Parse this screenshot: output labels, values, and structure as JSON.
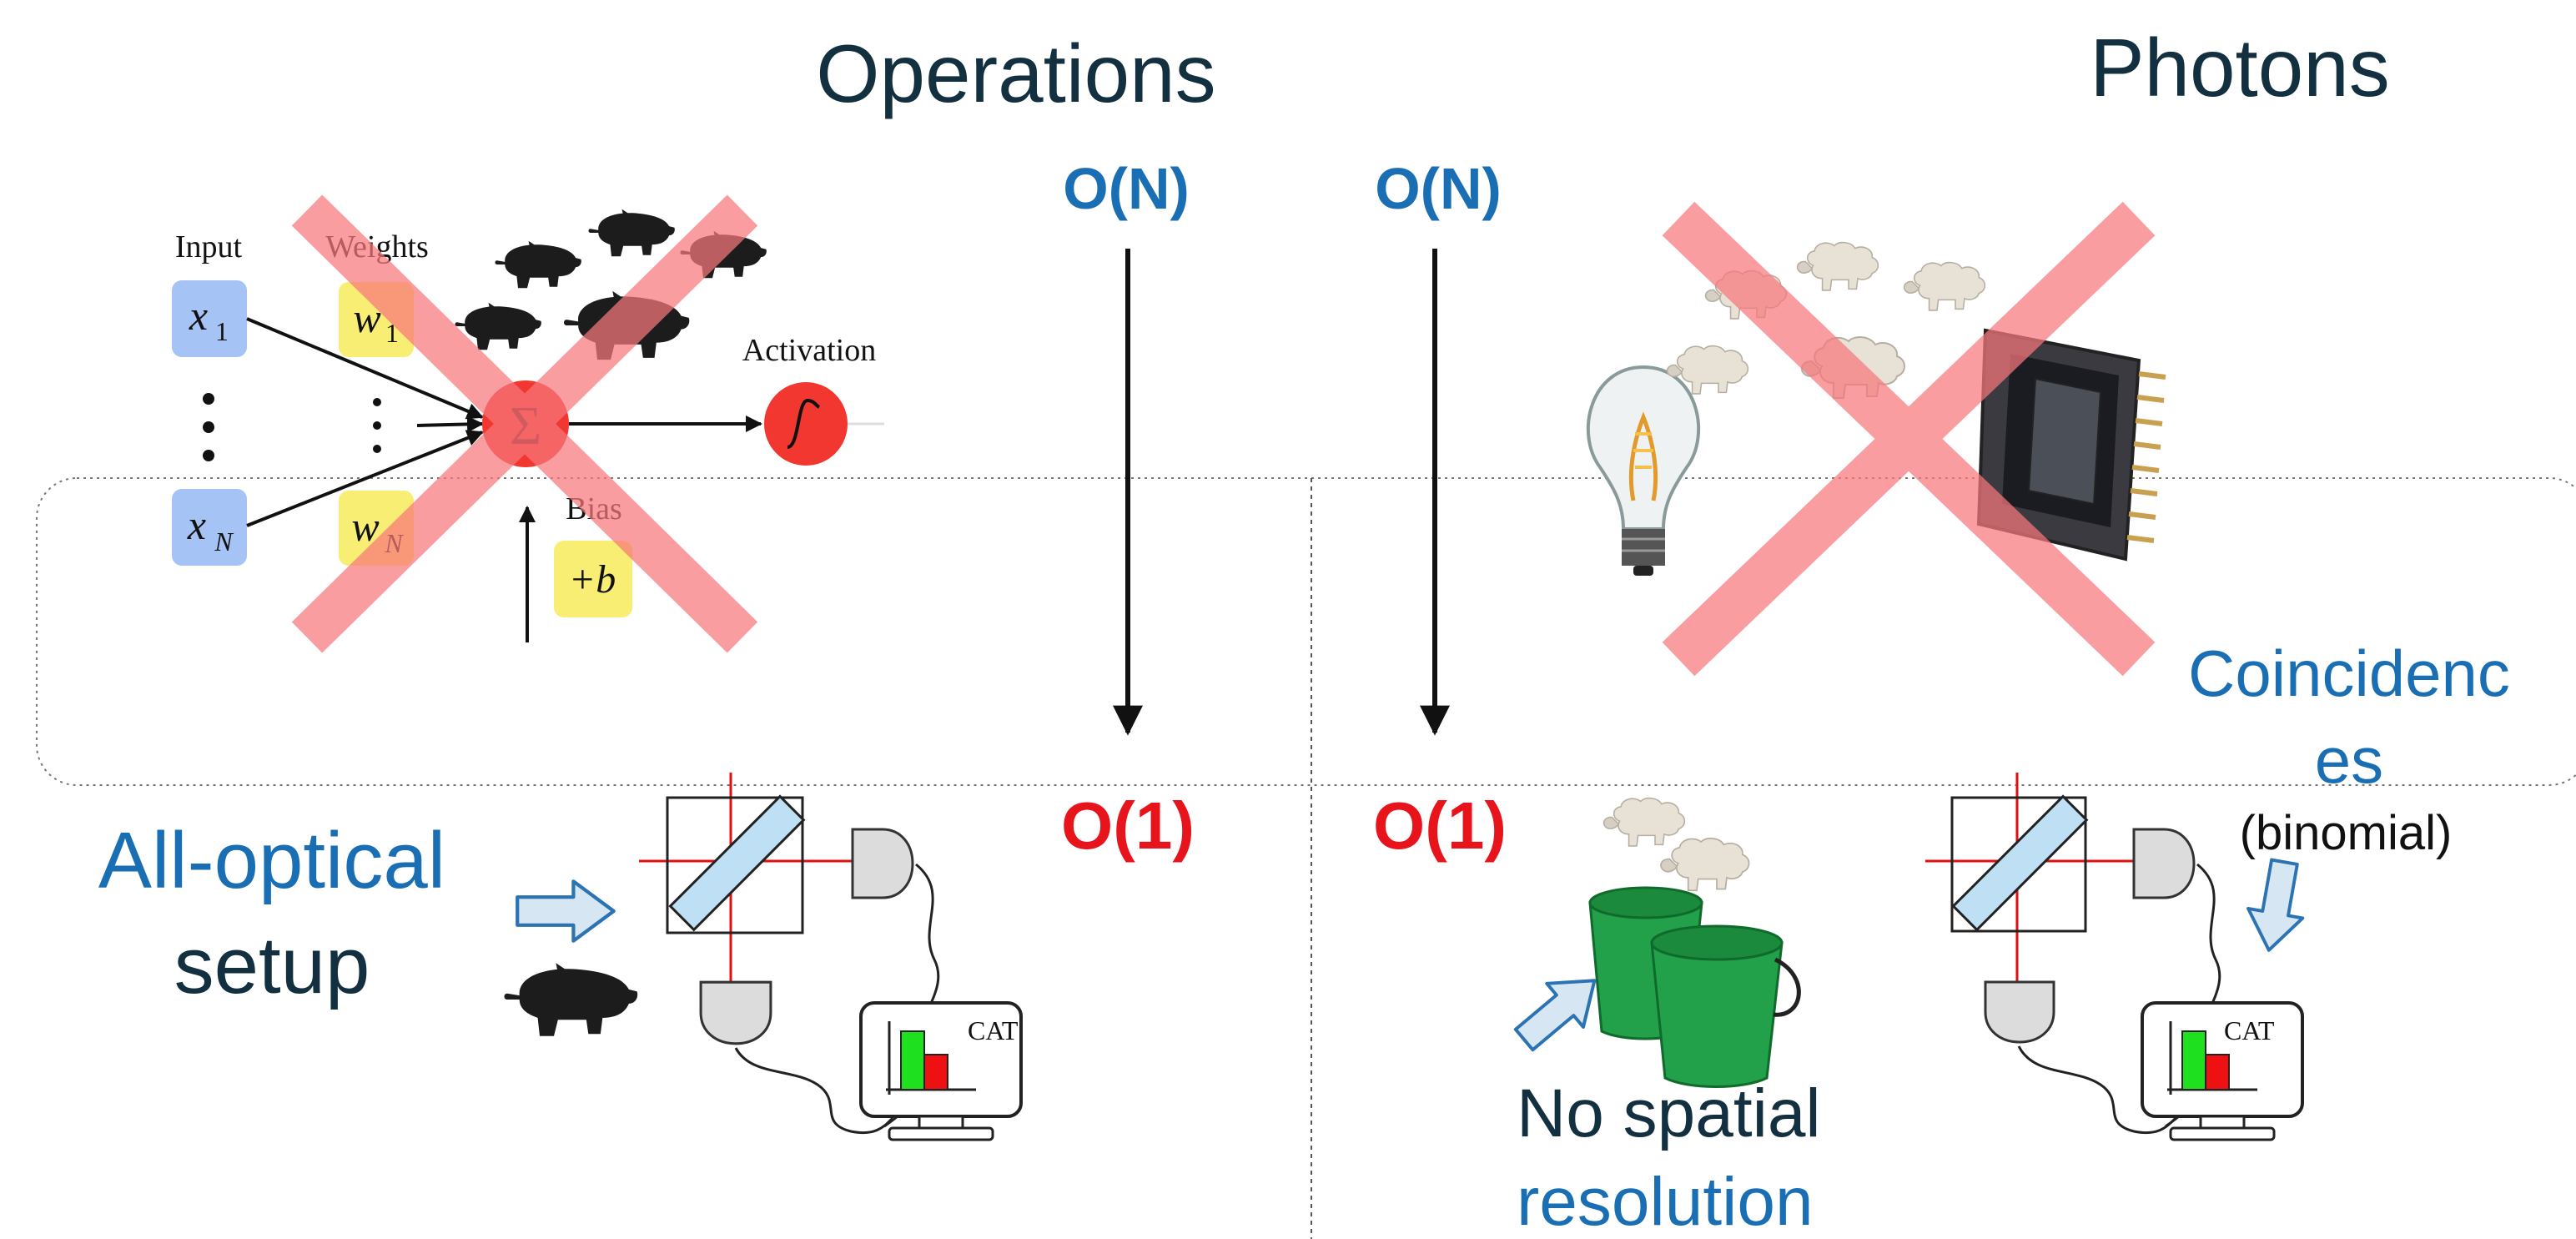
{
  "headings": {
    "operations": "Operations",
    "photons": "Photons"
  },
  "scaling": {
    "ops_before": "O(N)",
    "ops_after": "O(1)",
    "photons_before": "O(N)",
    "photons_after": "O(1)"
  },
  "neuron": {
    "input_label": "Input",
    "weights_label": "Weights",
    "activation_label": "Activation",
    "bias_label": "Bias",
    "x1_base": "x",
    "x1_sub": "1",
    "xN_base": "x",
    "xN_sub": "N",
    "w1_base": "w",
    "w1_sub": "1",
    "wN_base": "w",
    "wN_sub": "N",
    "sum_symbol": "Σ",
    "bias_value": "+b",
    "activation_symbol": "∫"
  },
  "left_caption": {
    "line1": "All-optical",
    "line2": "setup"
  },
  "right_caption": {
    "coincidences_line1": "Coincidenc",
    "coincidences_line2": "es",
    "binomial": "(binomial)",
    "no_spatial": "No spatial",
    "resolution": "resolution"
  },
  "monitor_label_left": "CAT",
  "monitor_label_right": "CAT",
  "colors": {
    "heading_dark": "#12303f",
    "blue_text": "#1a6fb4",
    "red_text": "#e8141c",
    "cross_red": "#f8787c",
    "input_box": "#a6c3f5",
    "weight_box": "#f9ee74",
    "sum_red": "#f1372f",
    "arrow_fill": "#d6e7f3",
    "arrow_stroke": "#2c73b3",
    "bucket_green": "#22a04a",
    "bar_green": "#1fe01f",
    "bar_red": "#ee1111"
  },
  "icons": [
    "cross-icon",
    "pig-icon",
    "sheep-icon",
    "bulb-icon",
    "camera-sensor-icon",
    "beam-splitter-icon",
    "detector-icon",
    "monitor-icon",
    "bucket-icon",
    "arrow-icon"
  ]
}
